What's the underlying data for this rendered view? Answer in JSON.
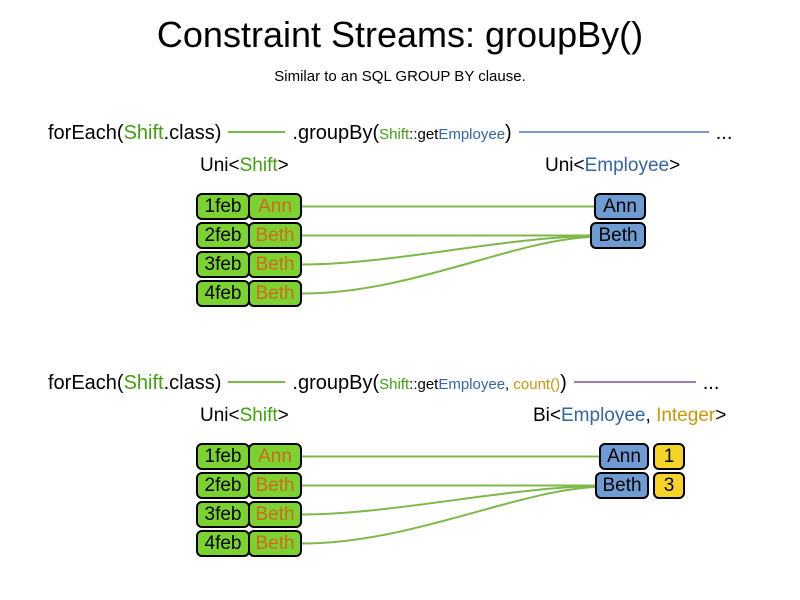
{
  "title": "Constraint Streams: groupBy()",
  "subtitle": "Similar to an SQL GROUP BY clause.",
  "colors": {
    "green_text": "#3FA110",
    "blue_text": "#3465A4",
    "gold_text": "#C99708",
    "orange_text": "#D2691E",
    "green_box_fill": "#7BD230",
    "blue_box_fill": "#6E9CD2",
    "yellow_box_fill": "#F5D327",
    "green_line": "#7DB84A",
    "blue_line": "#7C99C9",
    "purple_line": "#9C7BAD"
  },
  "code_lines": [
    {
      "foreach": "forEach(",
      "class_name": "Shift",
      "class_suffix": ".class)",
      "groupby": ".groupBy(",
      "arg_class": "Shift",
      "arg_getter": "::get",
      "arg_type": "Employee",
      "arg_sep": "",
      "arg_count": "",
      "close": ")",
      "ellipsis": "..."
    },
    {
      "foreach": "forEach(",
      "class_name": "Shift",
      "class_suffix": ".class)",
      "groupby": ".groupBy(",
      "arg_class": "Shift",
      "arg_getter": "::get",
      "arg_type": "Employee",
      "arg_sep": ", ",
      "arg_count": "count()",
      "close": ")",
      "ellipsis": "..."
    }
  ],
  "diagrams": [
    {
      "left_heading": {
        "pre": "Uni<",
        "type1": "Shift",
        "post": ">"
      },
      "right_heading": {
        "pre": "Uni<",
        "type1": "Employee",
        "sep": "",
        "type2": "",
        "post": ">"
      },
      "rows": [
        {
          "date": "1feb",
          "name": "Ann"
        },
        {
          "date": "2feb",
          "name": "Beth"
        },
        {
          "date": "3feb",
          "name": "Beth"
        },
        {
          "date": "4feb",
          "name": "Beth"
        }
      ],
      "groups": [
        {
          "name": "Ann"
        },
        {
          "name": "Beth"
        }
      ]
    },
    {
      "left_heading": {
        "pre": "Uni<",
        "type1": "Shift",
        "post": ">"
      },
      "right_heading": {
        "pre": "Bi<",
        "type1": "Employee",
        "sep": ", ",
        "type2": "Integer",
        "post": ">"
      },
      "rows": [
        {
          "date": "1feb",
          "name": "Ann"
        },
        {
          "date": "2feb",
          "name": "Beth"
        },
        {
          "date": "3feb",
          "name": "Beth"
        },
        {
          "date": "4feb",
          "name": "Beth"
        }
      ],
      "groups": [
        {
          "name": "Ann",
          "count": "1"
        },
        {
          "name": "Beth",
          "count": "3"
        }
      ]
    }
  ]
}
